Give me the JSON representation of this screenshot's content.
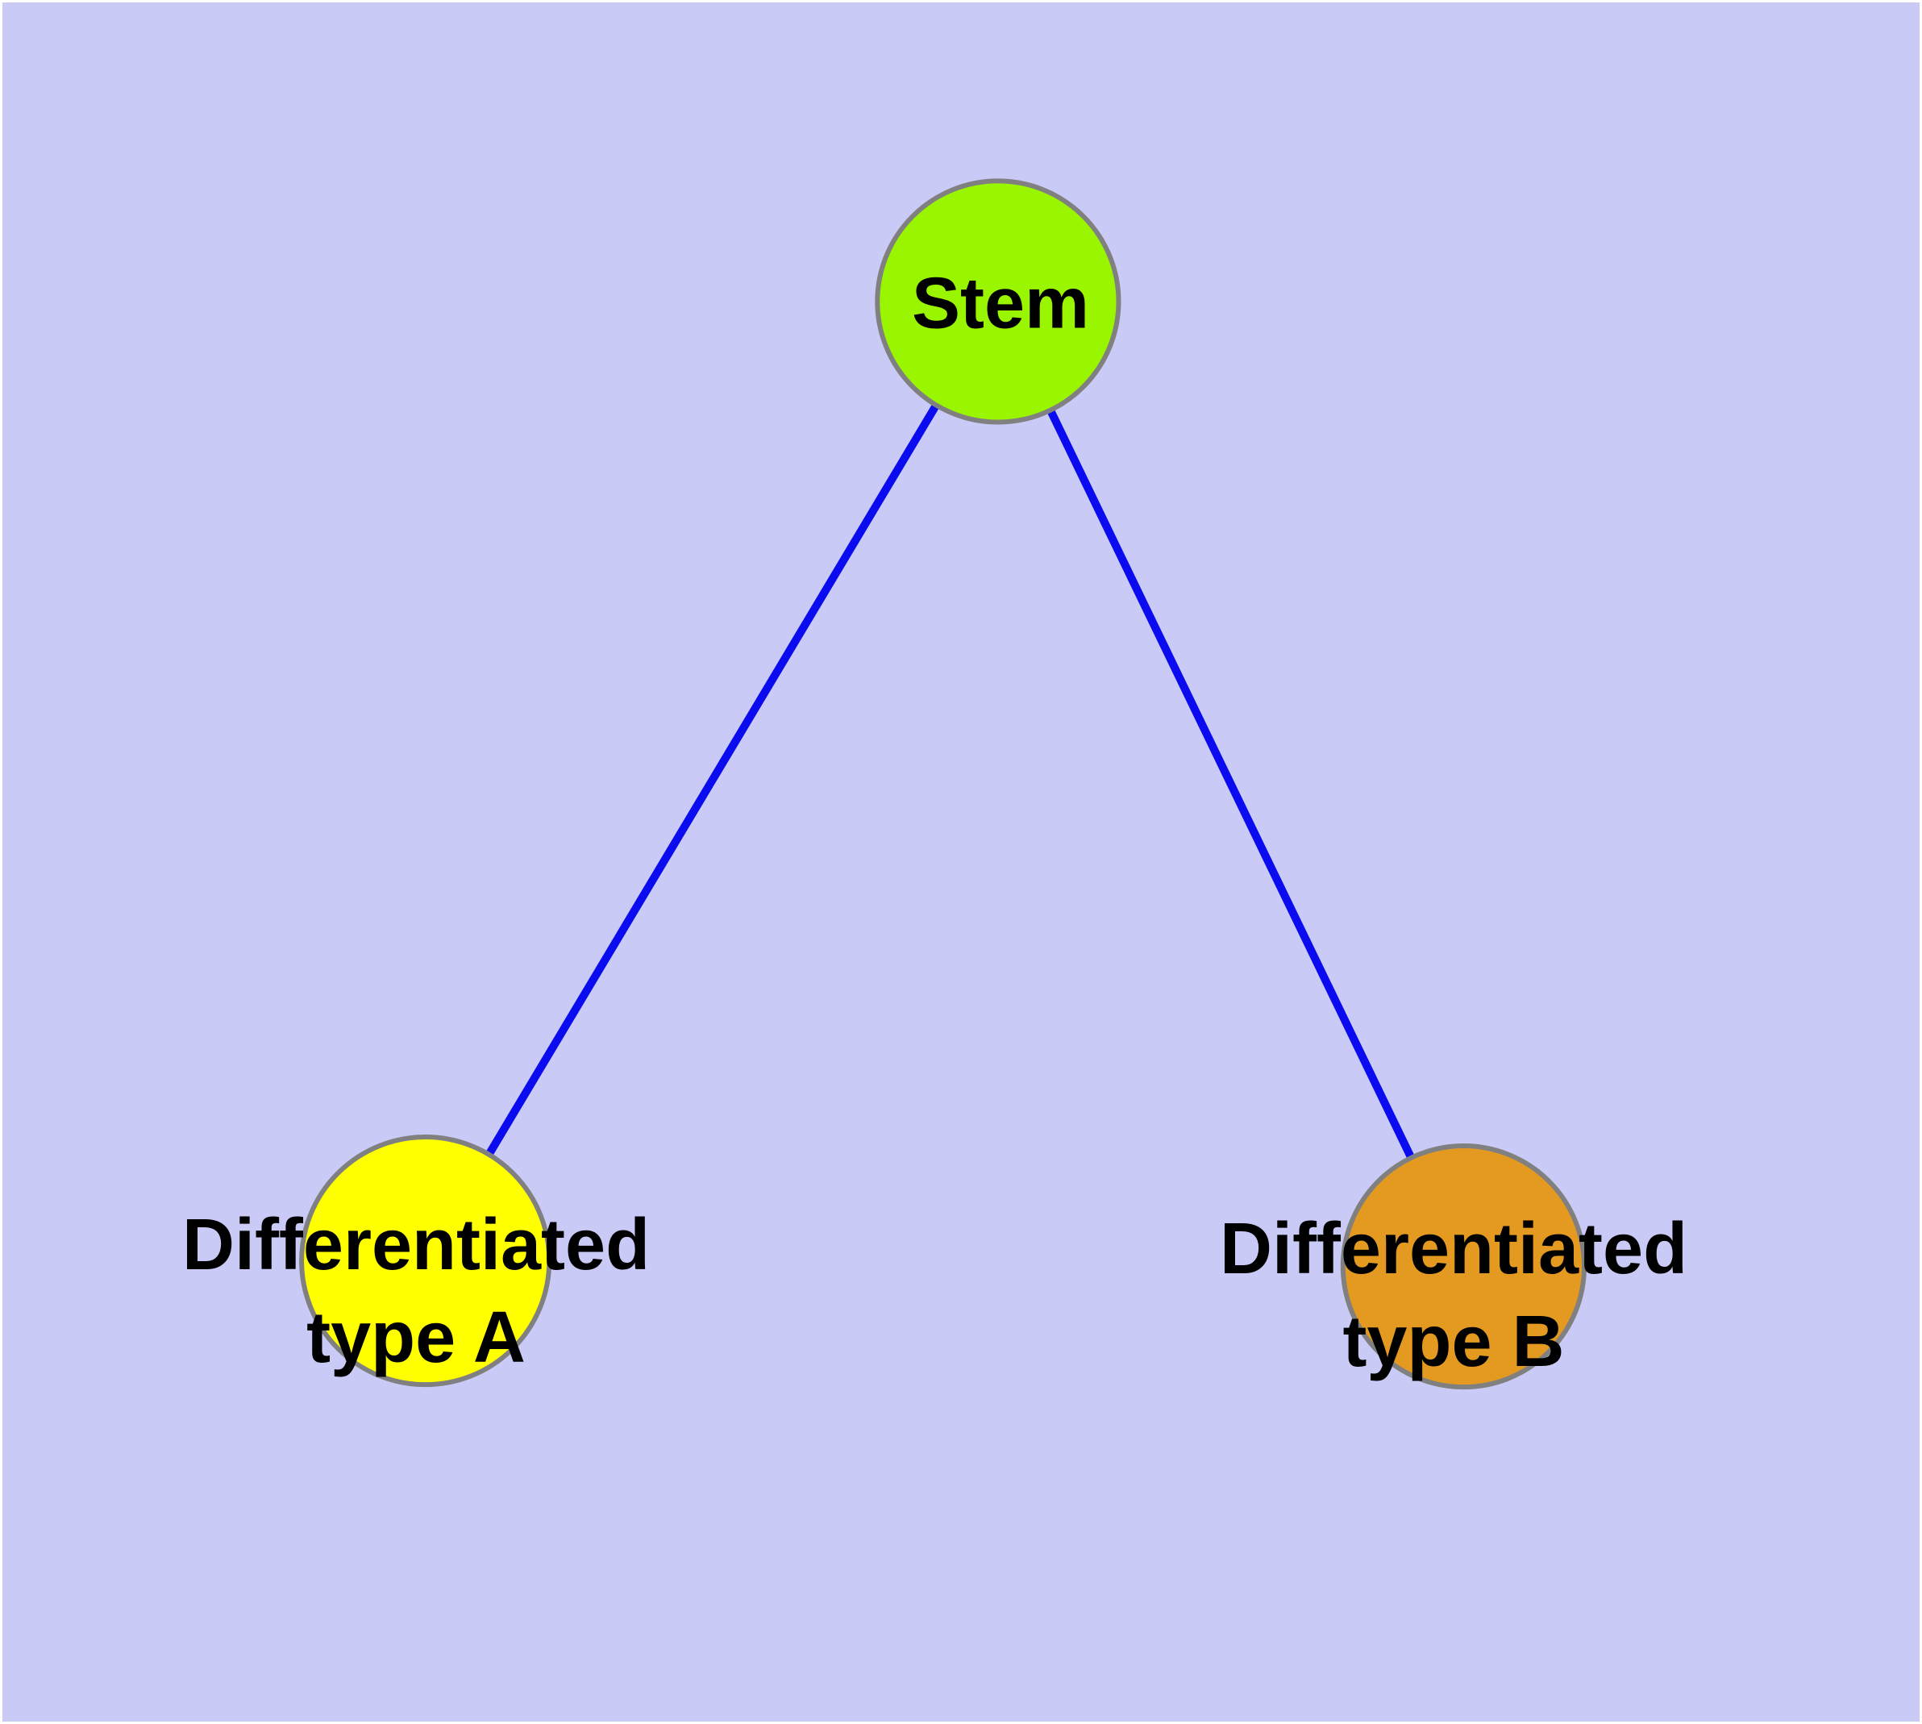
{
  "diagram": {
    "background_color": "#CACAF7",
    "margin_color": "#FFFFFF",
    "edge_color": "#0B0BF0",
    "node_border_color": "#808080",
    "text_color": "#000000",
    "nodes": [
      {
        "id": "stem",
        "label": "Stem",
        "fill": "#99F500"
      },
      {
        "id": "type-a",
        "label": "Differentiated\ntype A",
        "fill": "#FFFF00"
      },
      {
        "id": "type-b",
        "label": "Differentiated\ntype B",
        "fill": "#E49A20"
      }
    ],
    "edges": [
      {
        "from": "Stem",
        "to": "Differentiated type A"
      },
      {
        "from": "Stem",
        "to": "Differentiated type B"
      }
    ]
  }
}
